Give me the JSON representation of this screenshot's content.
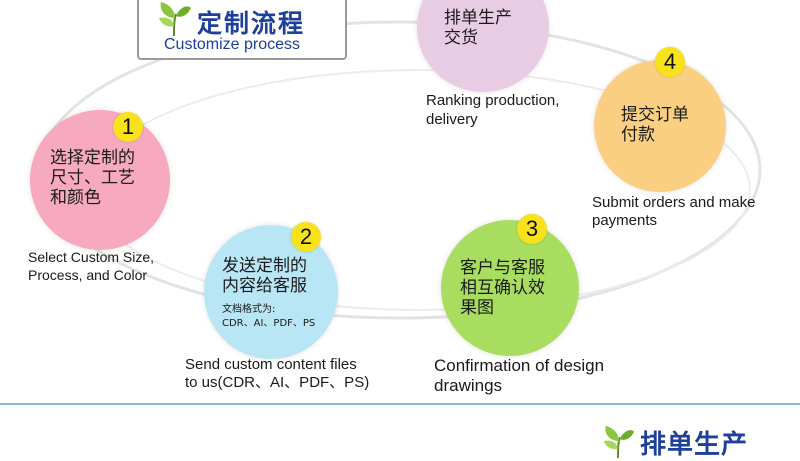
{
  "header": {
    "title": "定制流程",
    "subtitle": "Customize process",
    "icon": "leaf-icon"
  },
  "steps": [
    {
      "number": "1",
      "zh": "选择定制的\n尺寸、工艺\n  和颜色",
      "en": "Select Custom Size,\nProcess, and Color",
      "color": "#f7a9bf"
    },
    {
      "number": "2",
      "zh": "发送定制的\n内容给客服",
      "note": "文档格式为:\nCDR、AI、PDF、PS",
      "en": "Send custom content files\n to us(CDR、AI、PDF、PS)",
      "color": "#b9e6f4"
    },
    {
      "number": "",
      "zh": "排单生产\n交货",
      "en": "Ranking production,\ndelivery",
      "color": "#e7cce4"
    },
    {
      "number": "3",
      "zh": "客户与客服\n相互确认效\n果图",
      "en": "Confirmation of design\n drawings",
      "color": "#a8dd60"
    },
    {
      "number": "4",
      "zh": "提交订单\n付款",
      "en": "Submit orders and make\n payments",
      "color": "#fbcf82"
    }
  ],
  "footer": {
    "title": "排单生产",
    "icon": "leaf-icon"
  },
  "colors": {
    "brand_blue": "#1e3f9a",
    "badge_yellow": "#f7e21c",
    "divider": "#8fb7e6",
    "ring": "#e3e3e3"
  }
}
